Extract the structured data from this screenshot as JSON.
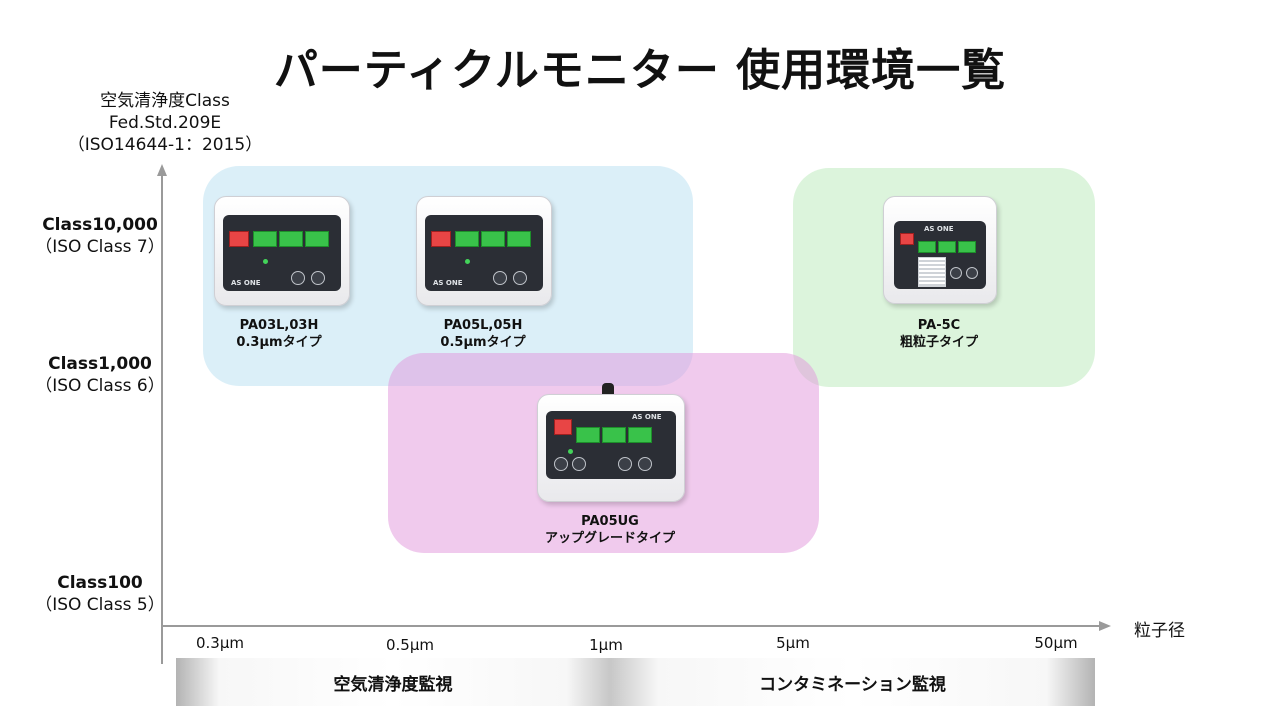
{
  "title": "パーティクルモニター 使用環境一覧",
  "y_axis": {
    "title_lines": [
      "空気清浄度Class",
      "Fed.Std.209E",
      "（ISO14644-1：2015）"
    ],
    "levels": [
      {
        "class": "Class10,000",
        "iso": "（ISO Class 7）"
      },
      {
        "class": "Class1,000",
        "iso": "（ISO Class 6）"
      },
      {
        "class": "Class100",
        "iso": "（ISO Class 5）"
      }
    ]
  },
  "x_axis": {
    "unit": "粒子径",
    "ticks": [
      "0.3µm",
      "0.5µm",
      "1µm",
      "5µm",
      "50µm"
    ]
  },
  "products": [
    {
      "model": "PA03L,03H",
      "type": "0.3µmタイプ"
    },
    {
      "model": "PA05L,05H",
      "type": "0.5µmタイプ"
    },
    {
      "model": "PA-5C",
      "type": "粗粒子タイプ"
    },
    {
      "model": "PA05UG",
      "type": "アップグレードタイプ"
    }
  ],
  "bottom_bar": {
    "left": "空気清浄度監視",
    "right": "コンタミネーション監視"
  },
  "device_brand": "AS ONE",
  "colors": {
    "region_blue": "#c8e6f5",
    "region_green": "#cdf0cd",
    "region_pink": "#e196dc",
    "axis": "#9a9a9a"
  }
}
